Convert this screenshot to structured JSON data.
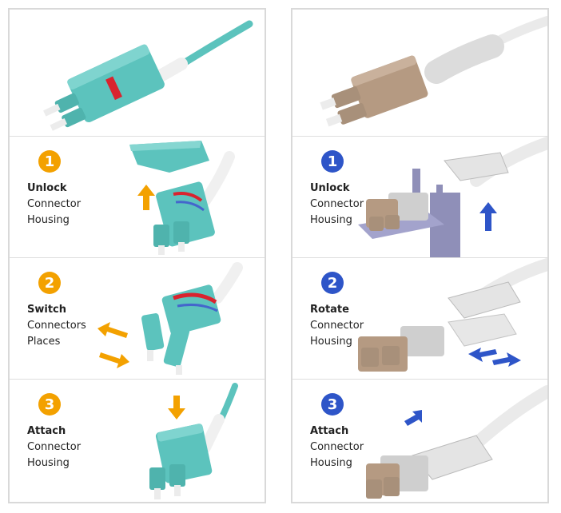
{
  "left": {
    "accent": "#f3a100",
    "steps": [
      {
        "number": "1",
        "title": "Unlock",
        "lines": [
          "Connector",
          "Housing"
        ]
      },
      {
        "number": "2",
        "title": "Switch",
        "lines": [
          "Connectors",
          "Places"
        ]
      },
      {
        "number": "3",
        "title": "Attach",
        "lines": [
          "Connector",
          "Housing"
        ]
      }
    ]
  },
  "right": {
    "accent": "#2e55c8",
    "steps": [
      {
        "number": "1",
        "title": "Unlock",
        "lines": [
          "Connector",
          "Housing"
        ]
      },
      {
        "number": "2",
        "title": "Rotate",
        "lines": [
          "Connector",
          "Housing"
        ]
      },
      {
        "number": "3",
        "title": "Attach",
        "lines": [
          "Connector",
          "Housing"
        ]
      }
    ]
  },
  "colors": {
    "aqua": "#5cc3bd",
    "aqua_dark": "#3a9f99",
    "beige": "#b59a82",
    "beige_dark": "#8f7661",
    "white_body": "#e9e9e9",
    "cable": "#eaeaea",
    "red": "#d9232e",
    "blue_wire": "#4466cc",
    "support": "#8f8fb8"
  },
  "icons": [
    "lc-aqua-connector",
    "lc-beige-connector",
    "arrow-up-icon",
    "arrow-down-icon",
    "arrow-rotate-icon",
    "support-stand"
  ]
}
